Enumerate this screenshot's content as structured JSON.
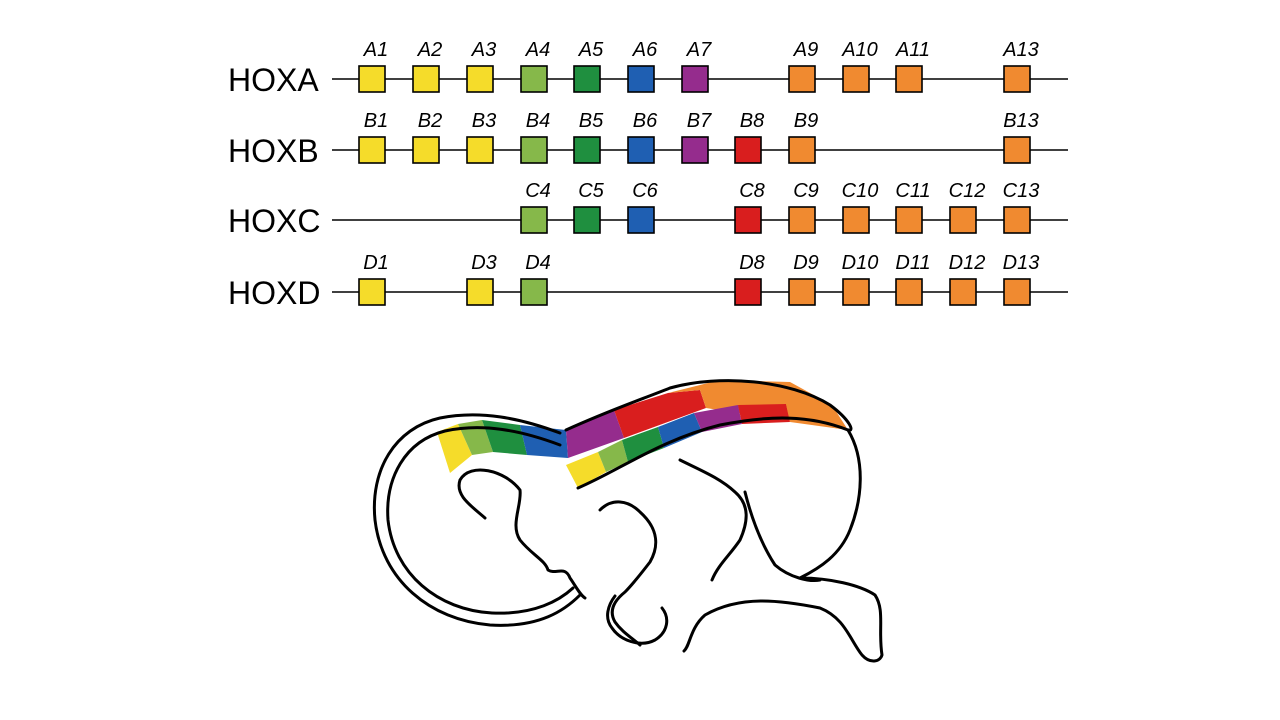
{
  "colors": {
    "yellow": "#f5dc2a",
    "lightgreen": "#86b84a",
    "green": "#1f8f3f",
    "blue": "#1f5fb2",
    "purple": "#952c8d",
    "red": "#d91e1e",
    "orange": "#f08a30"
  },
  "paralogs": [
    {
      "group": 1,
      "color": "yellow"
    },
    {
      "group": 2,
      "color": "yellow"
    },
    {
      "group": 3,
      "color": "yellow"
    },
    {
      "group": 4,
      "color": "lightgreen"
    },
    {
      "group": 5,
      "color": "green"
    },
    {
      "group": 6,
      "color": "blue"
    },
    {
      "group": 7,
      "color": "purple"
    },
    {
      "group": 8,
      "color": "red"
    },
    {
      "group": 9,
      "color": "orange"
    },
    {
      "group": 10,
      "color": "orange"
    },
    {
      "group": 11,
      "color": "orange"
    },
    {
      "group": 12,
      "color": "orange"
    },
    {
      "group": 13,
      "color": "orange"
    }
  ],
  "clusters": [
    {
      "name": "HOXA",
      "genes": [
        {
          "label": "A1",
          "group": 1
        },
        {
          "label": "A2",
          "group": 2
        },
        {
          "label": "A3",
          "group": 3
        },
        {
          "label": "A4",
          "group": 4
        },
        {
          "label": "A5",
          "group": 5
        },
        {
          "label": "A6",
          "group": 6
        },
        {
          "label": "A7",
          "group": 7
        },
        {
          "label": "A9",
          "group": 9
        },
        {
          "label": "A10",
          "group": 10
        },
        {
          "label": "A11",
          "group": 11
        },
        {
          "label": "A13",
          "group": 13
        }
      ]
    },
    {
      "name": "HOXB",
      "genes": [
        {
          "label": "B1",
          "group": 1
        },
        {
          "label": "B2",
          "group": 2
        },
        {
          "label": "B3",
          "group": 3
        },
        {
          "label": "B4",
          "group": 4
        },
        {
          "label": "B5",
          "group": 5
        },
        {
          "label": "B6",
          "group": 6
        },
        {
          "label": "B7",
          "group": 7
        },
        {
          "label": "B8",
          "group": 8
        },
        {
          "label": "B9",
          "group": 9
        },
        {
          "label": "B13",
          "group": 13
        }
      ]
    },
    {
      "name": "HOXC",
      "genes": [
        {
          "label": "C4",
          "group": 4
        },
        {
          "label": "C5",
          "group": 5
        },
        {
          "label": "C6",
          "group": 6
        },
        {
          "label": "C8",
          "group": 8
        },
        {
          "label": "C9",
          "group": 9
        },
        {
          "label": "C10",
          "group": 10
        },
        {
          "label": "C11",
          "group": 11
        },
        {
          "label": "C12",
          "group": 12
        },
        {
          "label": "C13",
          "group": 13
        }
      ]
    },
    {
      "name": "HOXD",
      "genes": [
        {
          "label": "D1",
          "group": 1
        },
        {
          "label": "D3",
          "group": 3
        },
        {
          "label": "D4",
          "group": 4
        },
        {
          "label": "D8",
          "group": 8
        },
        {
          "label": "D9",
          "group": 9
        },
        {
          "label": "D10",
          "group": 10
        },
        {
          "label": "D11",
          "group": 11
        },
        {
          "label": "D12",
          "group": 12
        },
        {
          "label": "D13",
          "group": 13
        }
      ]
    }
  ],
  "embryo": {
    "color_order": [
      "yellow",
      "lightgreen",
      "green",
      "blue",
      "purple",
      "red",
      "orange"
    ]
  }
}
